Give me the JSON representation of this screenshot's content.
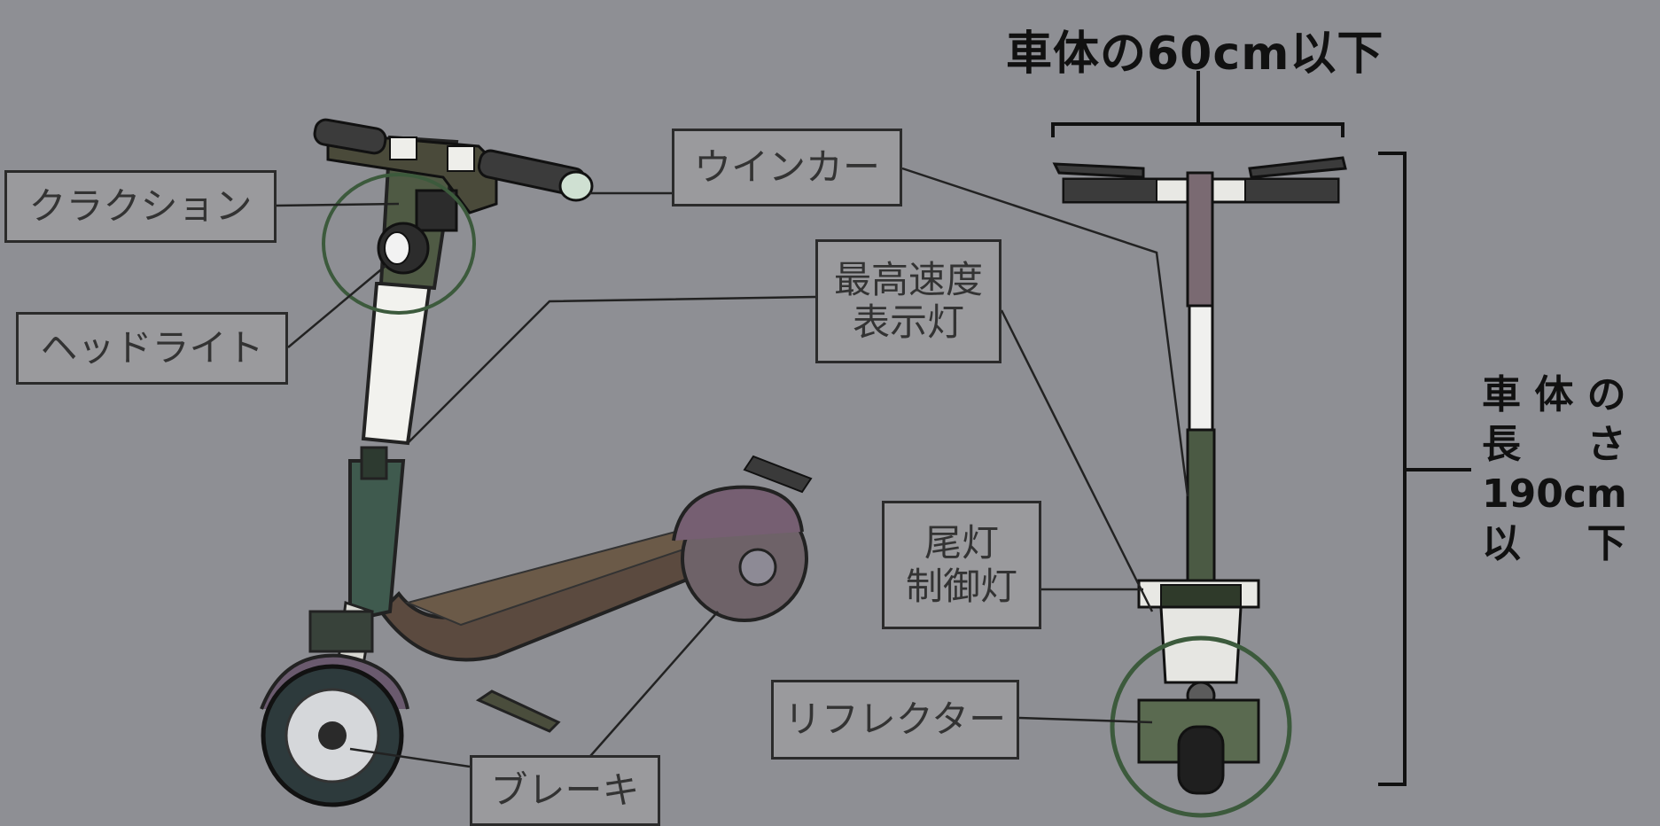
{
  "labels": {
    "horn": "クラクション",
    "headlight": "ヘッドライト",
    "turn_signal": "ウインカー",
    "max_speed_light": "最高速度\n表示灯",
    "tail_brake_light": "尾灯\n制御灯",
    "reflector": "リフレクター",
    "brake": "ブレーキ"
  },
  "dimensions": {
    "width_limit": "車体の60cm以下",
    "length_line1": "車 体 の",
    "length_line2": "長 　 さ",
    "length_line3": "190cm",
    "length_line4": "以 　 下"
  },
  "colors": {
    "background": "#8e8f94",
    "frame_green": "#3f5a4e",
    "deck_brown": "#5b4a3f",
    "highlight_circle": "#3c5a3c",
    "label_border": "#2b2b2b"
  }
}
